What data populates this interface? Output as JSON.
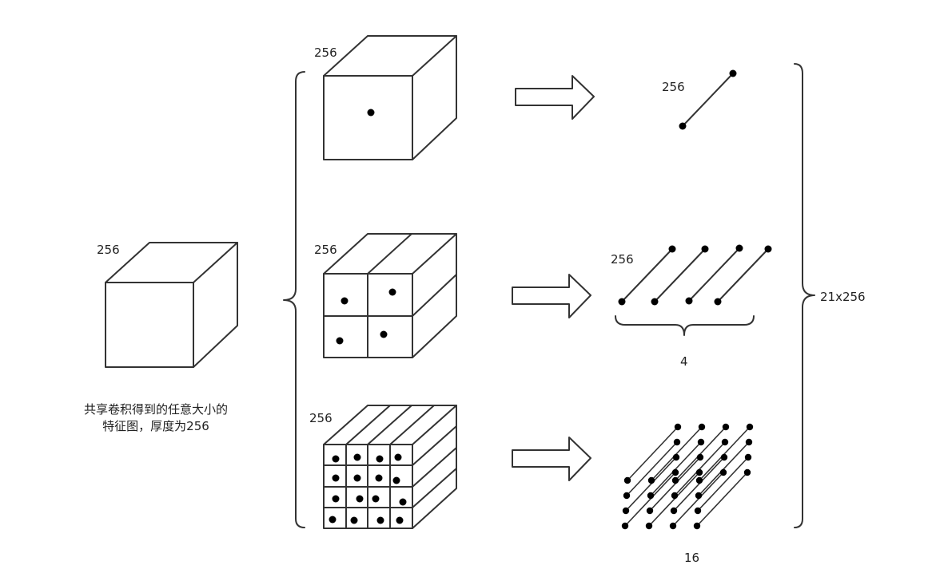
{
  "input": {
    "depth_label": "256",
    "caption_line1": "共享卷积得到的任意大小的",
    "caption_line2": "特征图，厚度为256"
  },
  "levels": [
    {
      "name": "level-1x1",
      "grid": "1x1",
      "depth_label": "256",
      "bins": 1
    },
    {
      "name": "level-2x2",
      "grid": "2x2",
      "depth_label": "256",
      "bins": 4,
      "output_depth_label": "256",
      "count_label": "4"
    },
    {
      "name": "level-4x4",
      "grid": "4x4",
      "depth_label": "256",
      "bins": 16,
      "count_label": "16"
    }
  ],
  "output": {
    "level1_depth_label": "256",
    "total_label": "21x256"
  },
  "colors": {
    "stroke": "#333333",
    "dot": "#000000",
    "background": "#ffffff"
  }
}
